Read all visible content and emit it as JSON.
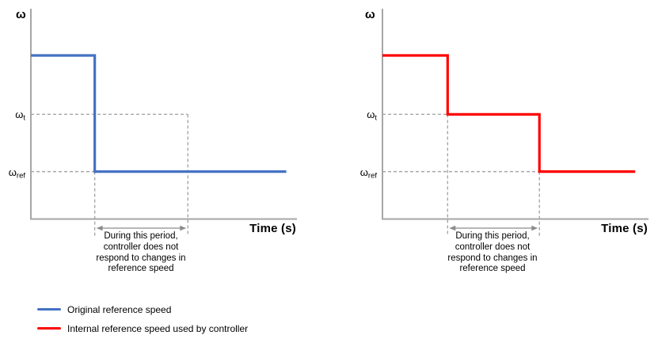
{
  "colors": {
    "axis": "#a6a6a6",
    "guide": "#a6a6a6",
    "arrow": "#8c8c8c",
    "original": "#4472c4",
    "internal": "#ff0000"
  },
  "labels": {
    "y_axis": "ω",
    "x_axis": "Time (s)",
    "tick_omega_t_base": "ω",
    "tick_omega_t_sub": "t",
    "tick_omega_ref_base": "ω",
    "tick_omega_ref_sub": "ref",
    "annotation_lines": [
      "During this period,",
      "controller does not",
      "respond to changes in",
      "reference speed"
    ]
  },
  "legend": {
    "items": [
      {
        "label": "Original reference speed",
        "color": "#4472c4"
      },
      {
        "label": "Internal reference speed used by controller",
        "color": "#ff0000"
      }
    ]
  },
  "chart_data": [
    {
      "type": "line",
      "subtype": "step",
      "name": "original-reference-speed-chart",
      "title": "",
      "xlabel": "Time (s)",
      "ylabel": "ω",
      "x_range": [
        0,
        10
      ],
      "ylim": [
        0,
        1.29
      ],
      "grid": false,
      "y_levels": {
        "initial": 1.0,
        "omega_t": 0.64,
        "omega_ref": 0.29
      },
      "series": [
        {
          "name": "Original reference speed",
          "color_key": "original",
          "points": [
            [
              0,
              1.0
            ],
            [
              2.4,
              1.0
            ],
            [
              2.4,
              0.29
            ],
            [
              9.6,
              0.29
            ]
          ]
        }
      ],
      "guides": {
        "omega_t": {
          "level": 0.64,
          "x_to": 5.9
        },
        "omega_ref": {
          "level": 0.29,
          "x_to": 2.4
        }
      },
      "period_markers": [
        2.4,
        5.9
      ],
      "annotation": "During this period, controller does not respond to changes in reference speed"
    },
    {
      "type": "line",
      "subtype": "step",
      "name": "internal-reference-speed-chart",
      "title": "",
      "xlabel": "Time (s)",
      "ylabel": "ω",
      "x_range": [
        0,
        10
      ],
      "ylim": [
        0,
        1.29
      ],
      "grid": false,
      "y_levels": {
        "initial": 1.0,
        "omega_t": 0.64,
        "omega_ref": 0.29
      },
      "series": [
        {
          "name": "Internal reference speed used by controller",
          "color_key": "internal",
          "points": [
            [
              0,
              1.0
            ],
            [
              2.45,
              1.0
            ],
            [
              2.45,
              0.64
            ],
            [
              5.9,
              0.64
            ],
            [
              5.9,
              0.29
            ],
            [
              9.5,
              0.29
            ]
          ]
        }
      ],
      "guides": {
        "omega_t": {
          "level": 0.64,
          "x_to": 2.45
        },
        "omega_ref": {
          "level": 0.29,
          "x_to": 5.9
        }
      },
      "period_markers": [
        2.45,
        5.9
      ],
      "annotation": "During this period, controller does not respond to changes in reference speed"
    }
  ]
}
